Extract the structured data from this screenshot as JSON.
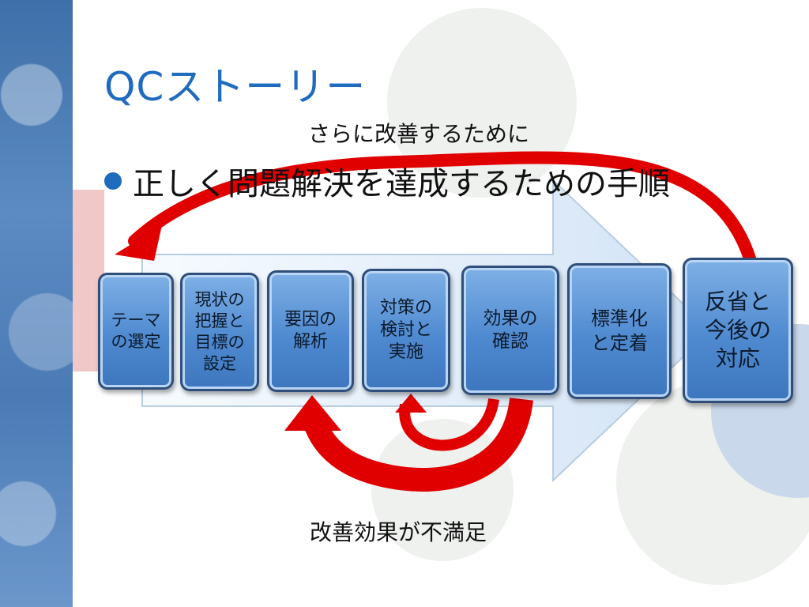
{
  "slide": {
    "title": "QCストーリー",
    "bullet": "正しく問題解決を達成するための手順",
    "caption_top": "さらに改善するために",
    "caption_bottom": "改善効果が不満足"
  },
  "steps": [
    {
      "label": "テーマ\nの選定"
    },
    {
      "label": "現状の\n把握と\n目標の\n設定"
    },
    {
      "label": "要因の\n解析"
    },
    {
      "label": "対策の\n検討と\n実施"
    },
    {
      "label": "効果の\n確認"
    },
    {
      "label": "標準化\nと定着"
    },
    {
      "label": "反省と\n今後の\n対応"
    }
  ],
  "colors": {
    "title": "#1f6bbd",
    "step_fill": "#4f8ad0",
    "loop_arrow": "#e00000",
    "flow_arrow": "#dbe8f6"
  }
}
